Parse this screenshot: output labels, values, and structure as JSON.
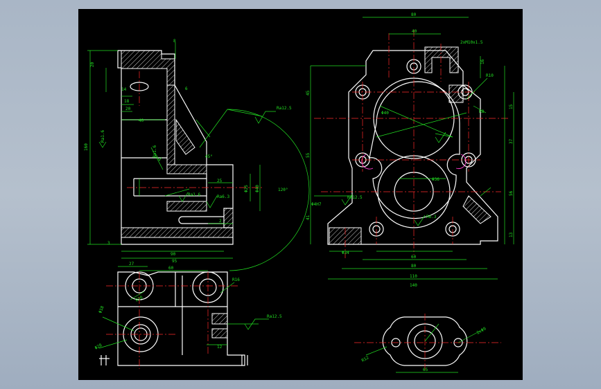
{
  "drawing": {
    "background": "#000000",
    "line_color": "#ffffff",
    "dimension_color": "#22e022",
    "centerline_color": "#ff2a2a"
  },
  "dims": {
    "front": [
      "14",
      "18",
      "20",
      "40",
      "6",
      "8",
      "160",
      "45°",
      "Ra12.5",
      "Ra1.6",
      "Ra6.3",
      "Ra1.6",
      "90",
      "95",
      "120°",
      "3",
      "25",
      "2",
      "Φ40",
      "Φ25",
      "Ra1.6"
    ],
    "side": [
      "80",
      "40",
      "2xM10x1.5",
      "16",
      "45",
      "R10",
      "55",
      "37",
      "56",
      "13",
      "41",
      "15",
      "Φ40",
      "Φ4H7",
      "Ra12.5",
      "R6.3",
      "Φ36",
      "Φ34",
      "60",
      "80",
      "110",
      "140",
      "R8"
    ],
    "top": [
      "27",
      "60",
      "R16",
      "R10",
      "Φ18",
      "Φ28",
      "Ra12.5",
      "12"
    ],
    "flange": [
      "R12",
      "2xΦ9",
      "65"
    ]
  }
}
